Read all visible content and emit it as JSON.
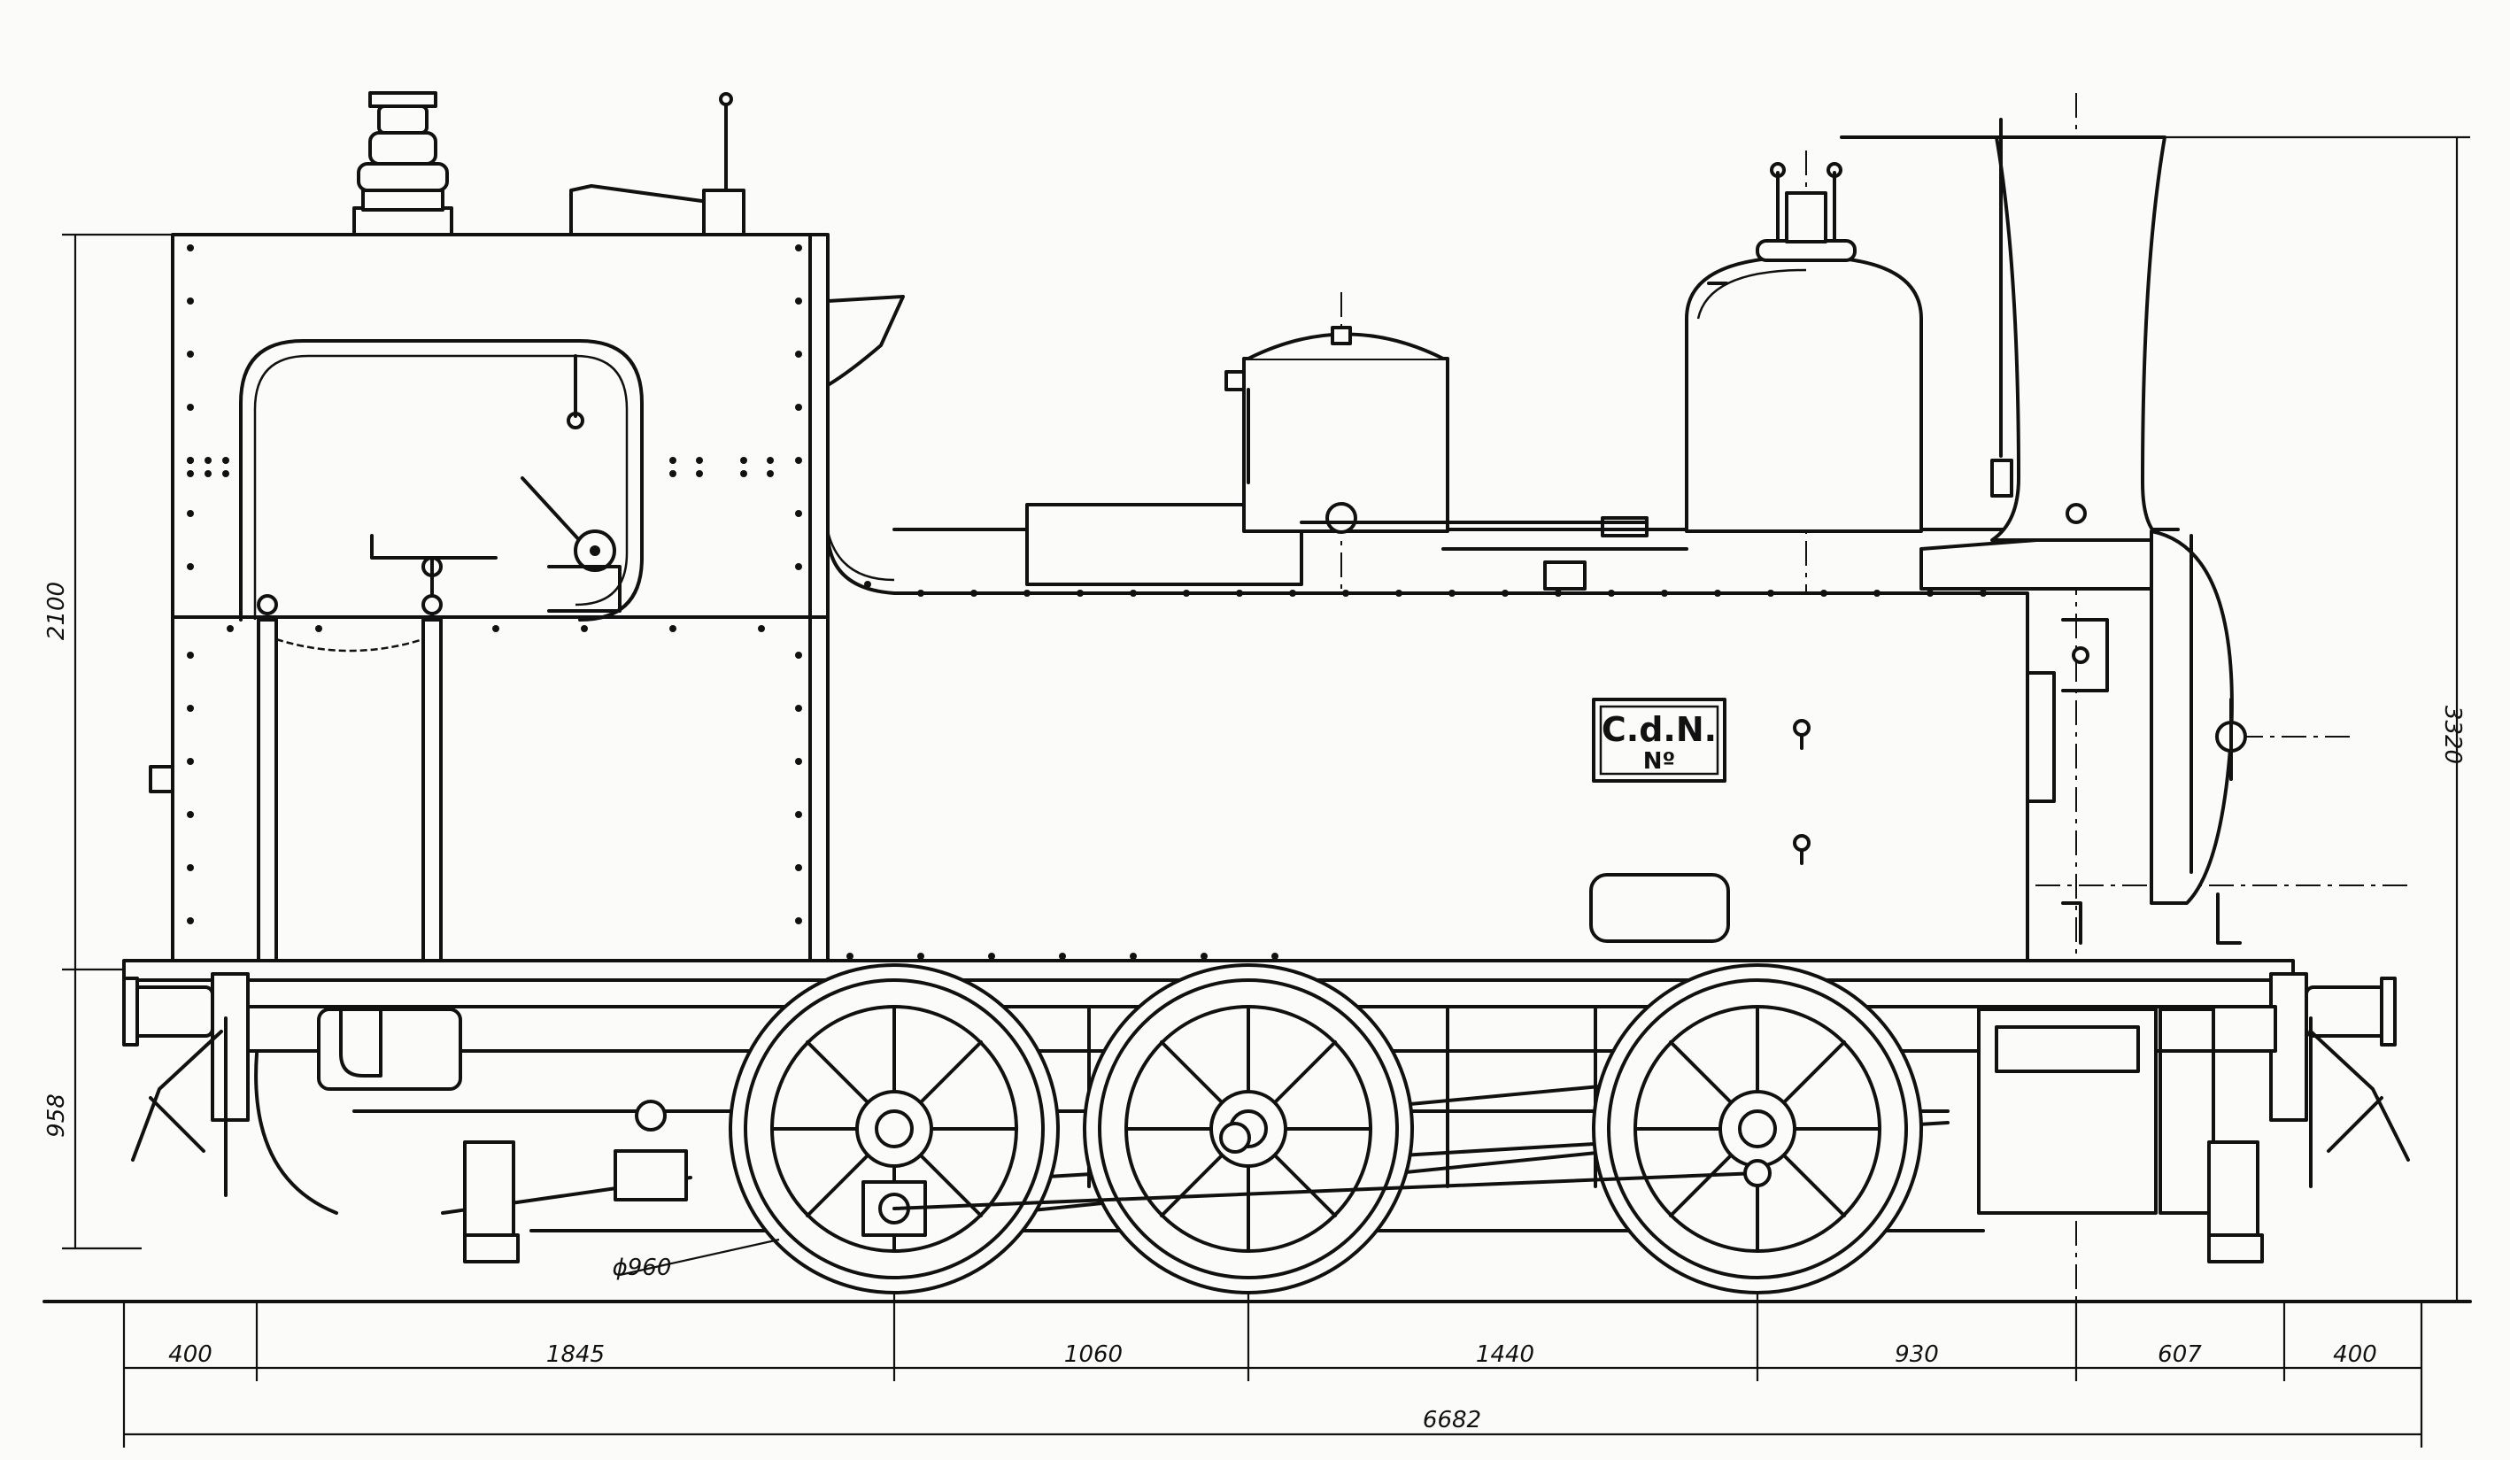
{
  "drawing": {
    "plate": {
      "line1": "C.d.N.",
      "line2": "Nº"
    },
    "dimensions": {
      "height_cab": "2100",
      "height_total": "3320",
      "height_buffer": "958",
      "wheel_diameter": "ϕ960",
      "overall_length": "6682",
      "spacing": [
        "400",
        "1845",
        "1060",
        "1440",
        "930",
        "607",
        "400"
      ]
    }
  }
}
